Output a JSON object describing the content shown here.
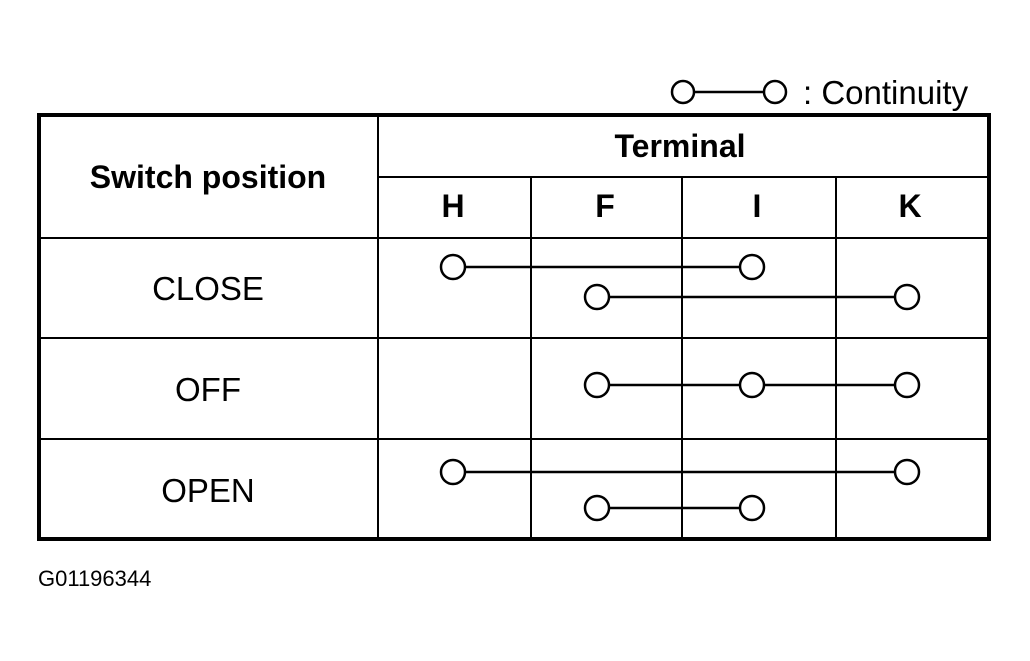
{
  "legend": {
    "label": ": Continuity"
  },
  "table": {
    "row_header": "Switch position",
    "column_group_header": "Terminal",
    "terminals": [
      "H",
      "F",
      "I",
      "K"
    ],
    "rows": [
      {
        "position": "CLOSE",
        "connections": [
          [
            "H",
            "I"
          ],
          [
            "F",
            "K"
          ]
        ]
      },
      {
        "position": "OFF",
        "connections": [
          [
            "F",
            "I",
            "K"
          ]
        ]
      },
      {
        "position": "OPEN",
        "connections": [
          [
            "H",
            "K"
          ],
          [
            "F",
            "I"
          ]
        ]
      }
    ]
  },
  "figure_id": "G01196344"
}
